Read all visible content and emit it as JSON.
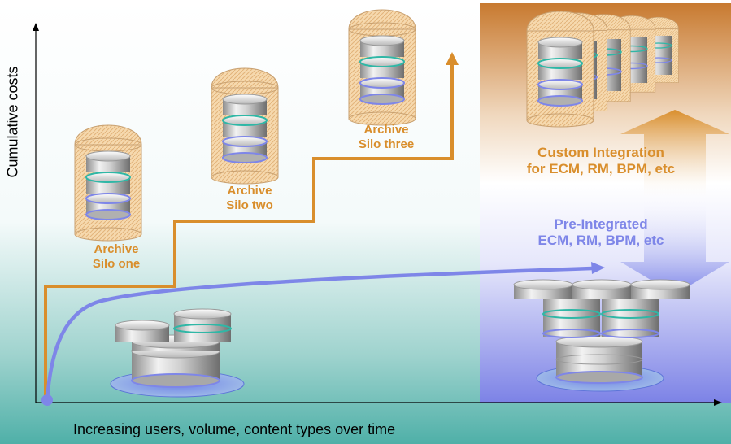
{
  "axes": {
    "y_label": "Cumulative costs",
    "x_label": "Increasing users, volume, content types over time"
  },
  "silos": [
    {
      "line1": "Archive",
      "line2": "Silo one"
    },
    {
      "line1": "Archive",
      "line2": "Silo two"
    },
    {
      "line1": "Archive",
      "line2": "Silo three"
    }
  ],
  "custom": {
    "line1": "Custom Integration",
    "line2": "for ECM, RM, BPM, etc"
  },
  "pre": {
    "line1": "Pre-Integrated",
    "line2": "ECM, RM, BPM, etc"
  },
  "colors": {
    "orange": "#D98E2C",
    "blue": "#7E86E8",
    "bg_top": "#FFFFFF",
    "bg_bottom": "#4FB0A8",
    "panel_top": "#C87A30",
    "panel_bottom": "#7C82E6"
  }
}
